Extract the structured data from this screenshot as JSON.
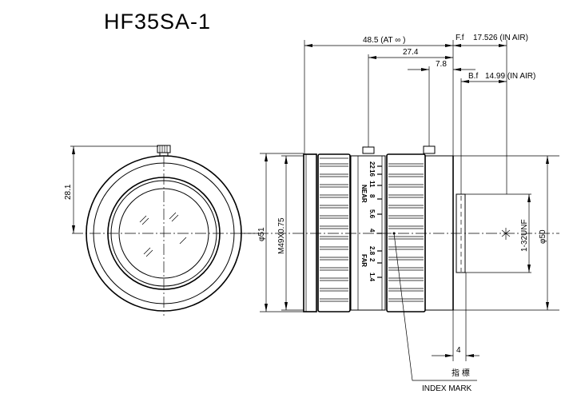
{
  "title": "HF35SA-1",
  "dimensions": {
    "total_length": "48.5 (AT ∞ )",
    "ff_label": "F.f",
    "ff_value": "17.526 (IN  AIR)",
    "knob1_dist": "27.4",
    "knob2_dist": "7.8",
    "bf_label": "B.f",
    "bf_value": "14.99 (IN  AIR)",
    "front_height": "28.1",
    "dia_51": "φ51",
    "thread_front": "M49X0.75",
    "thread_rear": "1-32UNF",
    "dia_50": "φ50",
    "flange": "4"
  },
  "scale": {
    "fstops": [
      "22",
      "16",
      "11",
      "8",
      "5.6",
      "4",
      "2.8",
      "2",
      "1.4"
    ],
    "near": "NEAR",
    "far": "FAR"
  },
  "index": {
    "label_jp": "指 標",
    "label_en": "INDEX MARK"
  }
}
